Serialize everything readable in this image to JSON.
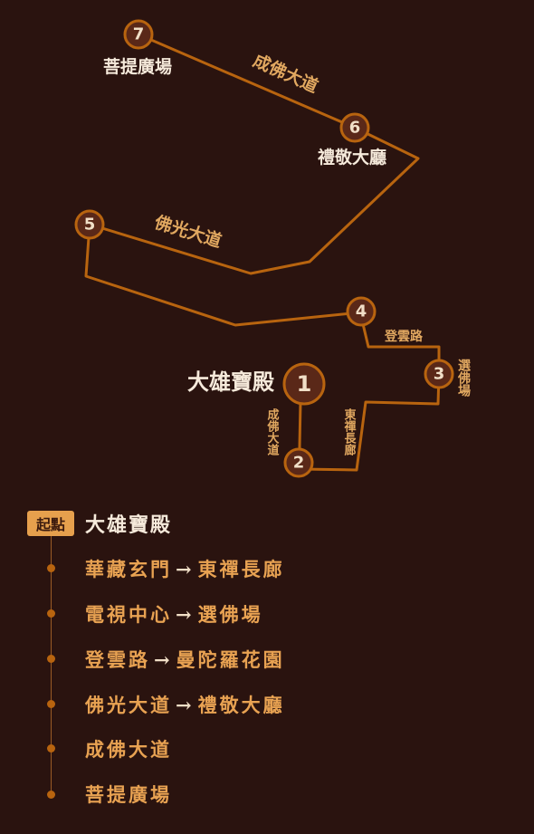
{
  "map": {
    "nodes": [
      {
        "num": "7",
        "label": "菩提廣場"
      },
      {
        "num": "6",
        "label": "禮敬大廳"
      },
      {
        "num": "5",
        "label": ""
      },
      {
        "num": "4",
        "label": ""
      },
      {
        "num": "3",
        "label": ""
      },
      {
        "num": "2",
        "label": ""
      },
      {
        "num": "1",
        "label": "大雄寶殿"
      }
    ],
    "roads": {
      "chengfo_upper": "成佛大道",
      "foguang": "佛光大道",
      "dengyun": "登雲路",
      "xuanfo": "選佛場",
      "dongchan": "東禪長廊",
      "chengfo_lower": "成佛大道"
    }
  },
  "legend": {
    "start_tag": "起點",
    "start_name": "大雄寶殿",
    "steps": [
      {
        "from": "華藏玄門",
        "arrow": "→",
        "to": "東禪長廊"
      },
      {
        "from": "電視中心",
        "arrow": "→",
        "to": "選佛場"
      },
      {
        "from": "登雲路",
        "arrow": "→",
        "to": "曼陀羅花園"
      },
      {
        "from": "佛光大道",
        "arrow": "→",
        "to": "禮敬大廳"
      },
      {
        "from": "成佛大道",
        "arrow": "",
        "to": ""
      },
      {
        "from": "菩提廣場",
        "arrow": "",
        "to": ""
      }
    ]
  },
  "colors": {
    "background": "#2a130f",
    "route": "#b8640f",
    "accent": "#e6a04d",
    "text": "#f6eadb"
  }
}
